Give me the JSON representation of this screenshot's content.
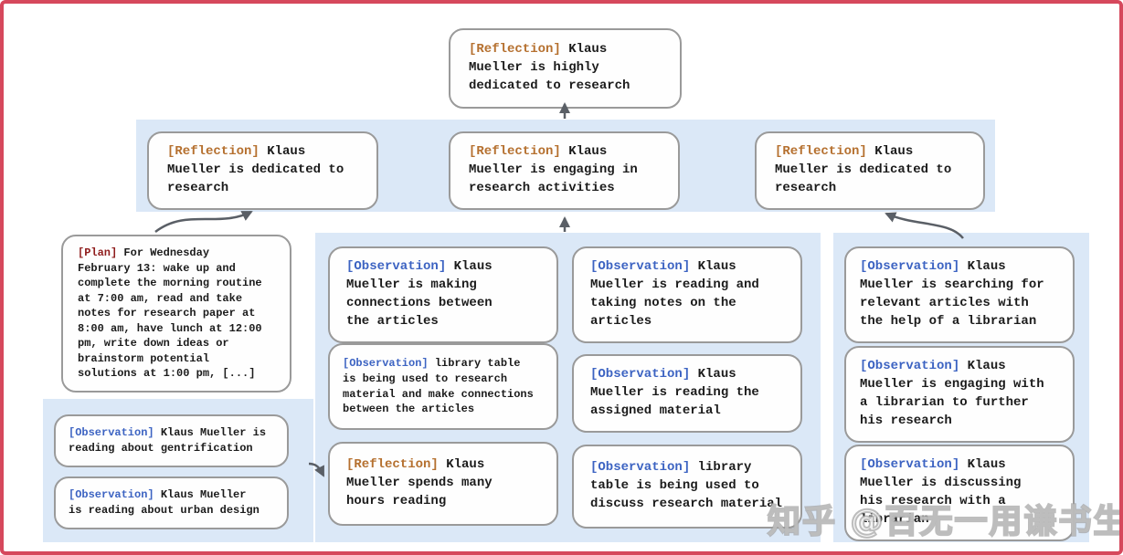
{
  "colors": {
    "frame_border": "#d6485c",
    "band_background": "#dbe8f7",
    "node_border": "#9a9a9a",
    "reflection_tag": "#b5702f",
    "observation_tag": "#3c63c2",
    "plan_tag": "#8f1d1d",
    "arrow": "#5a5f66"
  },
  "nodes": {
    "root": {
      "tag": "[Reflection]",
      "text": " Klaus\nMueller is highly\ndedicated to research"
    },
    "l2_left": {
      "tag": "[Reflection]",
      "text": " Klaus\nMueller is dedicated to\nresearch"
    },
    "l2_mid": {
      "tag": "[Reflection]",
      "text": " Klaus\nMueller is engaging in\nresearch activities"
    },
    "l2_right": {
      "tag": "[Reflection]",
      "text": " Klaus\nMueller is dedicated to\nresearch"
    },
    "plan": {
      "tag": "[Plan]",
      "text": " For Wednesday\nFebruary 13: wake up and\ncomplete the morning routine\nat 7:00 am, read and take\nnotes for research paper at\n8:00 am, have lunch at 12:00\npm, write down ideas or\nbrainstorm potential\nsolutions at 1:00 pm, [...]"
    },
    "obs_gentrification": {
      "tag": "[Observation]",
      "text": " Klaus Mueller is\nreading about gentrification"
    },
    "obs_urban_design": {
      "tag": "[Observation]",
      "text": " Klaus Mueller\nis reading about urban design"
    },
    "obs_connections": {
      "tag": "[Observation]",
      "text": " Klaus\nMueller is making\nconnections between\nthe articles"
    },
    "obs_library_research": {
      "tag": "[Observation]",
      "text": " library table\nis being used to research\nmaterial and make connections\nbetween the articles"
    },
    "refl_hours_reading": {
      "tag": "[Reflection]",
      "text": " Klaus\nMueller spends many\nhours reading"
    },
    "obs_taking_notes": {
      "tag": "[Observation]",
      "text": " Klaus\nMueller is reading and\ntaking notes on the\narticles"
    },
    "obs_assigned_material": {
      "tag": "[Observation]",
      "text": " Klaus\nMueller is reading the\nassigned material"
    },
    "obs_library_discuss": {
      "tag": "[Observation]",
      "text": " library\ntable is being used to\ndiscuss research material"
    },
    "obs_searching_articles": {
      "tag": "[Observation]",
      "text": " Klaus\nMueller is searching for\nrelevant articles with\nthe help of a librarian"
    },
    "obs_engaging_librarian": {
      "tag": "[Observation]",
      "text": " Klaus\nMueller is engaging with\na librarian to further\nhis research"
    },
    "obs_discussing_research": {
      "tag": "[Observation]",
      "text": " Klaus\nMueller is discussing\nhis research with a\nlibrarian"
    }
  },
  "watermark": "知乎 @百无一用谦书生"
}
